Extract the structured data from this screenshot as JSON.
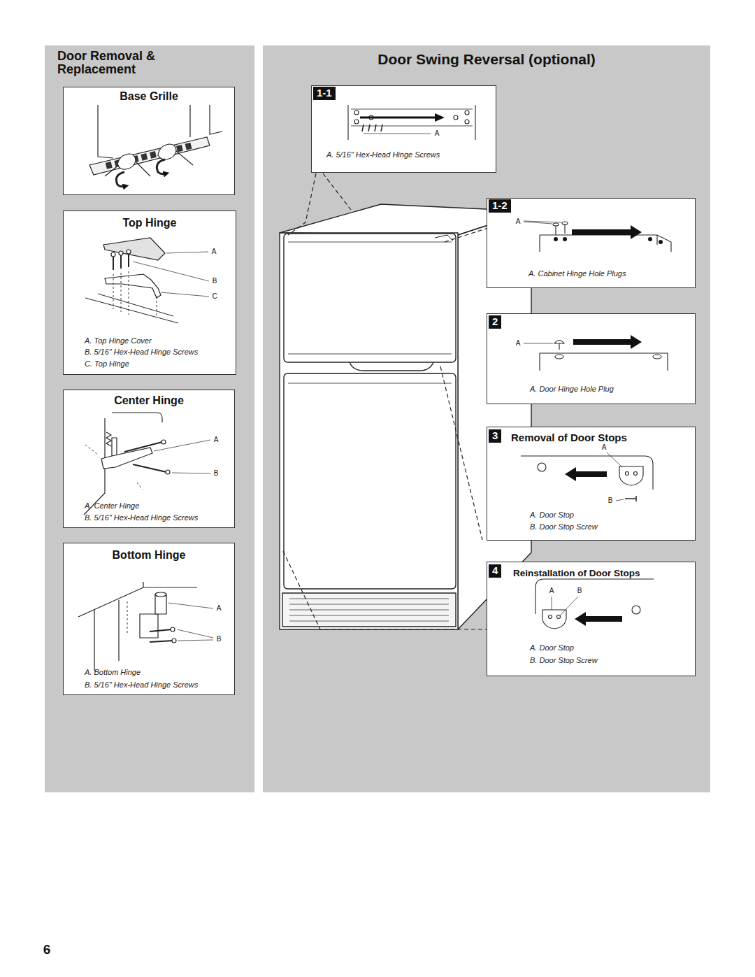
{
  "diagram": {
    "nodes": [
      {
        "text": [
          "Door Removal & Replacement"
        ]
      },
      {
        "text": [
          "Base Grille"
        ],
        "in": 0
      },
      {
        "text": [
          "Top Hinge",
          "A. Top Hinge Cover",
          "B. 5/16\" Hex-Head Hinge Screws",
          "C. Top Hinge"
        ],
        "in": 0
      },
      {
        "text": [
          "Center Hinge",
          "A. Center Hinge",
          "B. 5/16\" Hex-Head Hinge Screws"
        ],
        "in": 0
      },
      {
        "text": [
          "Bottom Hinge",
          "A. Bottom Hinge",
          "B. 5/16\" Hex-Head Hinge Screws"
        ],
        "in": 0
      },
      {
        "text": [
          "Door Swing Reversal (optional)"
        ]
      },
      {
        "text": [
          "1-1",
          "A. 5/16\" Hex-Head Hinge Screws"
        ],
        "in": 5
      },
      {
        "text": [
          "1-2",
          "A. Cabinet Hinge Hole Plugs"
        ],
        "in": 5
      },
      {
        "text": [
          "2",
          "A. Door Hinge Hole Plug"
        ],
        "in": 5
      },
      {
        "text": [
          "3",
          "Removal of Door Stops",
          "A. Door Stop",
          "B. Door Stop Screw"
        ],
        "in": 5
      },
      {
        "text": [
          "4",
          "Reinstallation of Door Stops",
          "A. Door Stop",
          "B. Door Stop Screw"
        ],
        "in": 5
      }
    ],
    "labels": [
      "A",
      "B",
      "C",
      "A",
      "B",
      "A",
      "B",
      "A",
      "A",
      "A",
      "A",
      "B",
      "A",
      "B",
      "6"
    ]
  }
}
